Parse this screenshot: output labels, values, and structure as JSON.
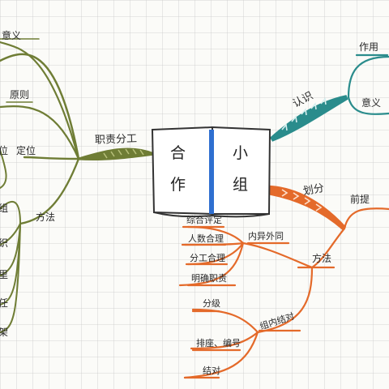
{
  "center": {
    "left_page_chars": [
      "合",
      "作"
    ],
    "right_page_chars": [
      "小",
      "组"
    ]
  },
  "branches": {
    "green": {
      "color": "#6f7d35",
      "main_label": "职责分工",
      "children": [
        "意义",
        "原则",
        "定位",
        "方法"
      ],
      "partial_labels": [
        "位",
        "组",
        "织",
        "里",
        "任",
        "架"
      ]
    },
    "teal": {
      "color": "#2a8c8c",
      "main_label": "认识",
      "children": [
        "作用",
        "意义"
      ]
    },
    "orange": {
      "color": "#e46a2a",
      "main_label": "划分",
      "children": [
        "前提",
        "方法"
      ],
      "method_groups": [
        {
          "label": "内异外同",
          "items": [
            "综合评定",
            "人数合理",
            "分工合理",
            "明确职责"
          ]
        },
        {
          "label": "组内结对",
          "items": [
            "分级",
            "排座、编号",
            "结对"
          ]
        }
      ]
    }
  }
}
